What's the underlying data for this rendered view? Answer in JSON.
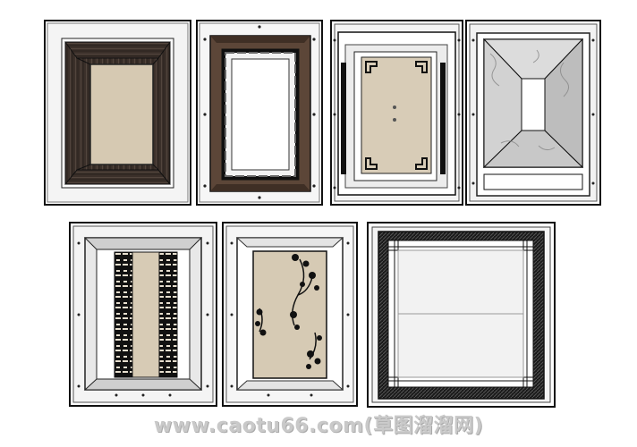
{
  "scene": {
    "description_kind": "ceiling-panel-catalog",
    "panel_count": 7,
    "colors": {
      "outline": "#111111",
      "frame_white": "#f7f7f7",
      "wood_dark": "#3a2f2a",
      "wood_brown": "#5a4436",
      "beige": "#d8ccb6",
      "marble_grey": "#b8b8b8",
      "black": "#0d0d0d",
      "white": "#ffffff"
    }
  },
  "watermark": {
    "text": "www.caotu66.com(草图溜溜网)",
    "color": "#c9c9c9"
  }
}
